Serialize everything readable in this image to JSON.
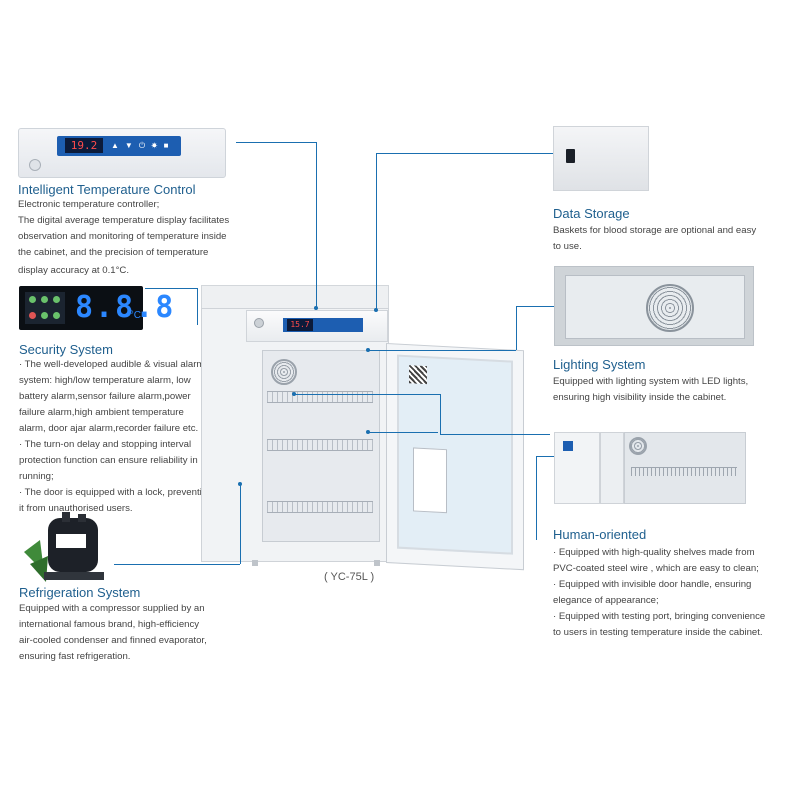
{
  "sections": {
    "temperature": {
      "title": "Intelligent Temperature Control",
      "lines": [
        "Electronic temperature controller;",
        "The digital average temperature display facilitates",
        "observation and monitoring of temperature inside",
        "the cabinet, and the precision of temperature"
      ],
      "extra": "display accuracy at 0.1°C."
    },
    "security": {
      "title": "Security System",
      "lines": [
        "· The well-developed audible & visual alarm",
        "system: high/low temperature alarm, low",
        "battery alarm,sensor failure alarm,power",
        "failure alarm,high ambient temperature",
        "alarm, door ajar alarm,recorder failure etc.",
        "· The turn-on delay and stopping interval",
        "protection function can ensure reliability in",
        "running;",
        "· The door is equipped with a lock, preventing",
        "it from unauthorised users."
      ]
    },
    "refrigeration": {
      "title": "Refrigeration System",
      "lines": [
        "Equipped with a compressor supplied by an",
        "international famous brand, high-efficiency",
        "air-cooled condenser and finned evaporator,",
        "ensuring fast refrigeration."
      ]
    },
    "data_storage": {
      "title": "Data Storage",
      "lines": [
        "Baskets for blood storage are optional and easy",
        "to use."
      ]
    },
    "lighting": {
      "title": "Lighting System",
      "lines": [
        "Equipped with lighting system with LED lights,",
        "ensuring high visibility inside the cabinet."
      ]
    },
    "human": {
      "title": "Human-oriented",
      "lines": [
        "· Equipped with high-quality shelves made from",
        "PVC-coated steel wire , which are easy to clean;",
        "· Equipped with invisible door handle, ensuring",
        "elegance of appearance;",
        "· Equipped with testing port, bringing convenience",
        "to users in testing temperature inside the cabinet."
      ]
    }
  },
  "controller_readout": "19.2",
  "security_readout": "8.8.8",
  "security_unit": "°C",
  "fridge_readout": "15.7",
  "model_label": "( YC-75L )",
  "colors": {
    "title_blue": "#1f5f8e",
    "line_blue": "#1a6fb0",
    "text_gray": "#444444"
  },
  "icons": [
    "lock-icon",
    "fan-icon",
    "compressor-icon",
    "qr-code-icon"
  ]
}
